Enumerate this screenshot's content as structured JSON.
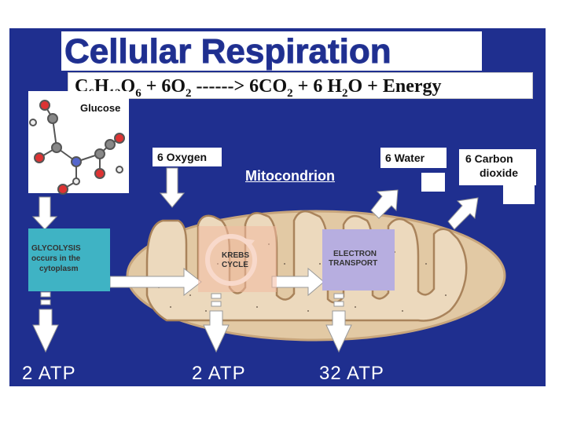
{
  "title": "Cellular Respiration",
  "equation": {
    "text_html_parts": [
      "C",
      "6",
      "H",
      "12",
      "O",
      "6",
      " + 6O",
      "2",
      " ------> 6CO",
      "2",
      " + 6 H",
      "2",
      "O + Energy"
    ]
  },
  "labels": {
    "glucose": "Glucose",
    "oxygen": "6 Oxygen",
    "mitochondrion": "Mitocondrion",
    "water": "6 Water",
    "carbon_dioxide_line1": "6 Carbon",
    "carbon_dioxide_line2": "dioxide",
    "glycolysis_line1": "GLYCOLYSIS",
    "glycolysis_line2": "occurs in the",
    "glycolysis_line3": "cytoplasm",
    "krebs_line1": "KREBS",
    "krebs_line2": "CYCLE",
    "electron_line1": "ELECTRON",
    "electron_line2": "TRANSPORT"
  },
  "atp": {
    "glycolysis": "2 ATP",
    "krebs": "2 ATP",
    "electron": "32 ATP"
  },
  "colors": {
    "slide_bg": "#1f2f8f",
    "mitochondrion": "#e2c9a4",
    "glycolysis_box": "#3fb3c4",
    "krebs_box": "#f2b9a0",
    "electron_box": "#b7aee0"
  }
}
